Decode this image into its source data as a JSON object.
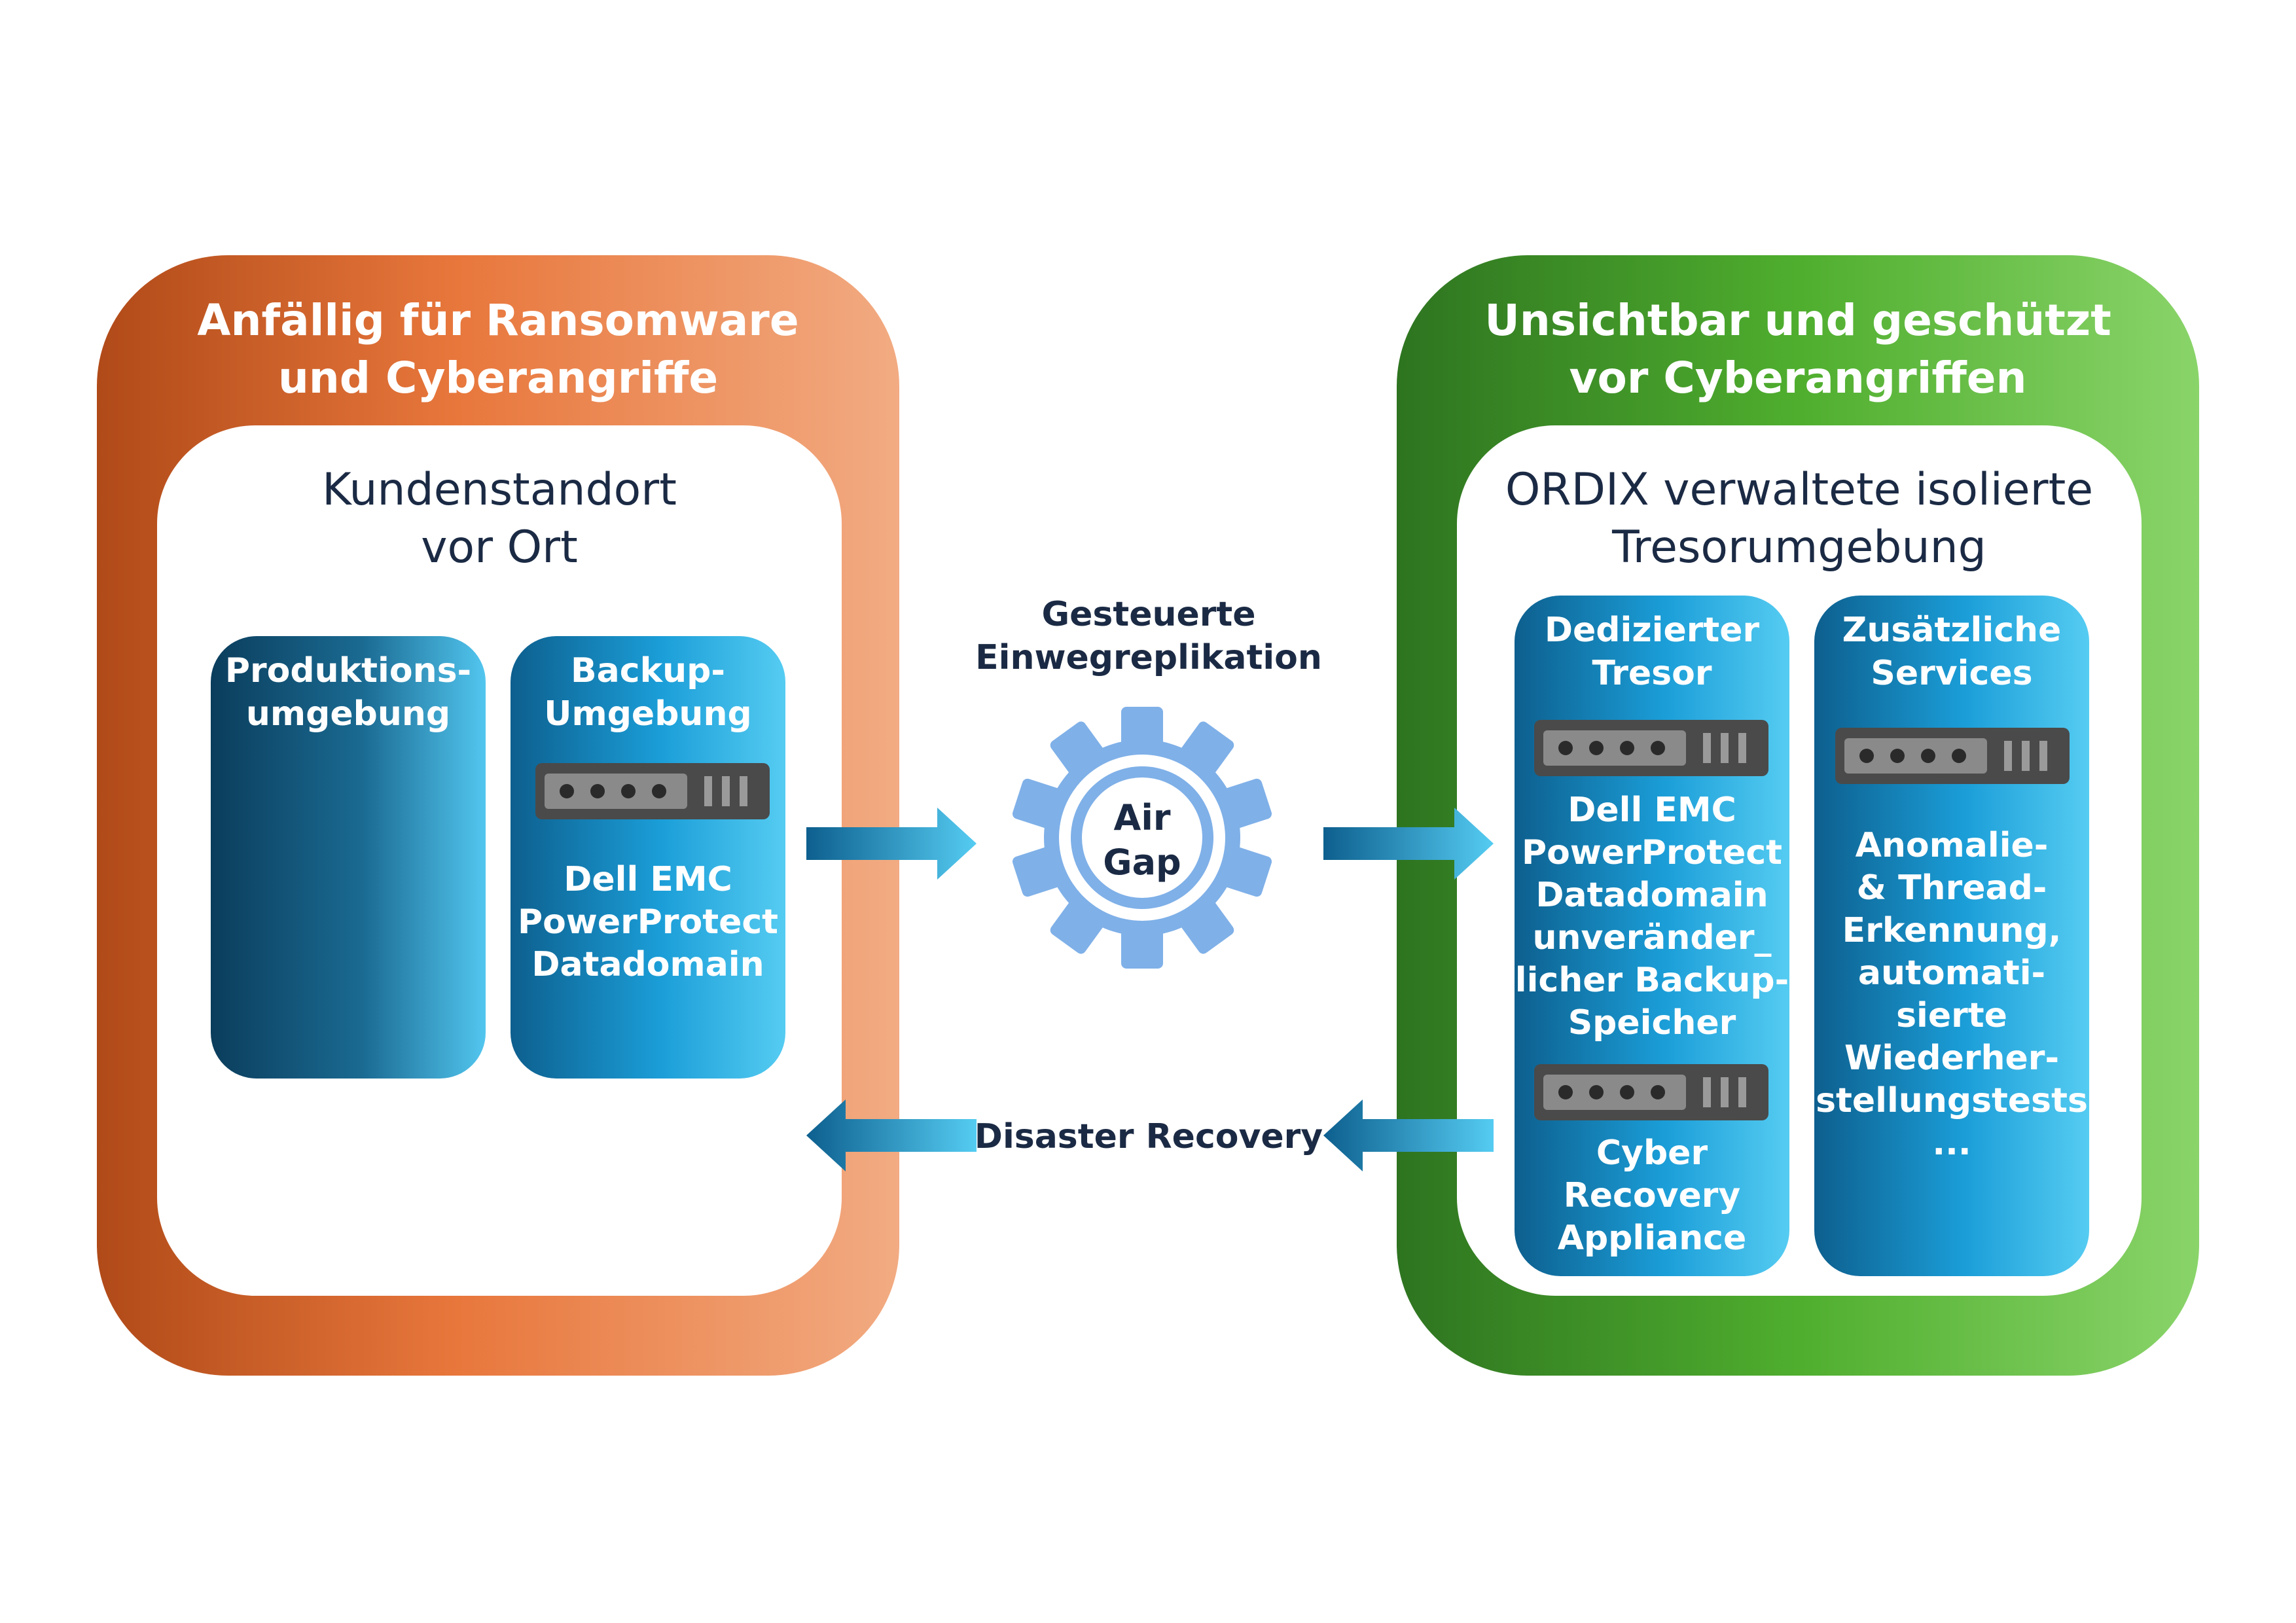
{
  "left": {
    "title": "Anfällig für Ransomware\nund Cyberangriffe",
    "subtitle": "Kundenstandort\nvor Ort",
    "cards": {
      "production": {
        "title": "Produktions-\numgebung"
      },
      "backup": {
        "title": "Backup-\nUmgebung",
        "text": "Dell EMC\nPowerProtect\nDatadomain"
      }
    }
  },
  "middle": {
    "replication_label": "Gesteuerte\nEinwegreplikation",
    "gear_label": "Air\nGap",
    "recovery_label": "Disaster Recovery"
  },
  "right": {
    "title": "Unsichtbar und geschützt\nvor Cyberangriffen",
    "subtitle": "ORDIX verwaltete isolierte\nTresorumgebung",
    "cards": {
      "vault": {
        "title": "Dedizierter\nTresor",
        "text": "Dell EMC\nPowerProtect\nDatadomain\nunveränder_\nlicher Backup-\nSpeicher",
        "text2": "Cyber\nRecovery\nAppliance"
      },
      "services": {
        "title": "Zusätzliche\nServices",
        "text": "Anomalie-\n& Thread-\nErkennung,\nautomati-\nsierte\nWiederher-\nstellungstests\n..."
      }
    }
  },
  "colors": {
    "orange_dark": "#b04a18",
    "orange_mid": "#e8773c",
    "orange_light": "#f2ab82",
    "green_dark": "#2e7420",
    "green_mid": "#4fae2e",
    "green_light": "#8ad46a",
    "card_dark": "#0b3d5c",
    "card_light": "#52c6ef",
    "gear": "#7fb0e8",
    "text_dark": "#1b2a44"
  },
  "icons": [
    "server-icon",
    "gear-icon",
    "arrow-right-icon",
    "arrow-left-icon"
  ]
}
